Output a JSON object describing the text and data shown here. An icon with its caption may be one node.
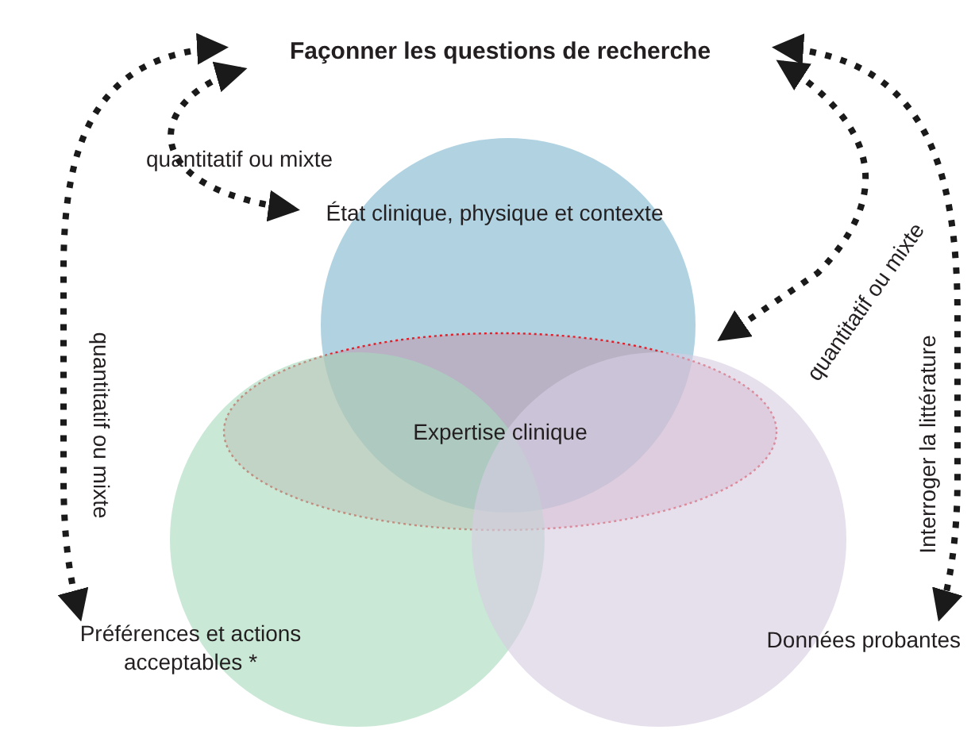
{
  "diagram": {
    "nodes": [
      {
        "text": [
          "Façonner les questions de recherche"
        ]
      },
      {
        "text": [
          "État clinique, physique et contexte"
        ]
      },
      {
        "text": [
          "Expertise clinique"
        ]
      },
      {
        "text": [
          "Préférences et actions acceptables *"
        ]
      },
      {
        "text": [
          "Données probantes"
        ]
      }
    ],
    "edges": [
      {
        "from": 0,
        "to": 3,
        "arrow": "both",
        "label": "quantitatif ou mixte",
        "style": "dashed"
      },
      {
        "from": 0,
        "to": 1,
        "arrow": "both",
        "label": "quantitatif ou mixte",
        "style": "dashed"
      },
      {
        "from": 0,
        "to": 2,
        "arrow": "both",
        "label": "quantitatif ou mixte",
        "style": "dashed"
      },
      {
        "from": 0,
        "to": 4,
        "arrow": "both",
        "label": "Interroger la littérature",
        "style": "dashed"
      }
    ]
  }
}
